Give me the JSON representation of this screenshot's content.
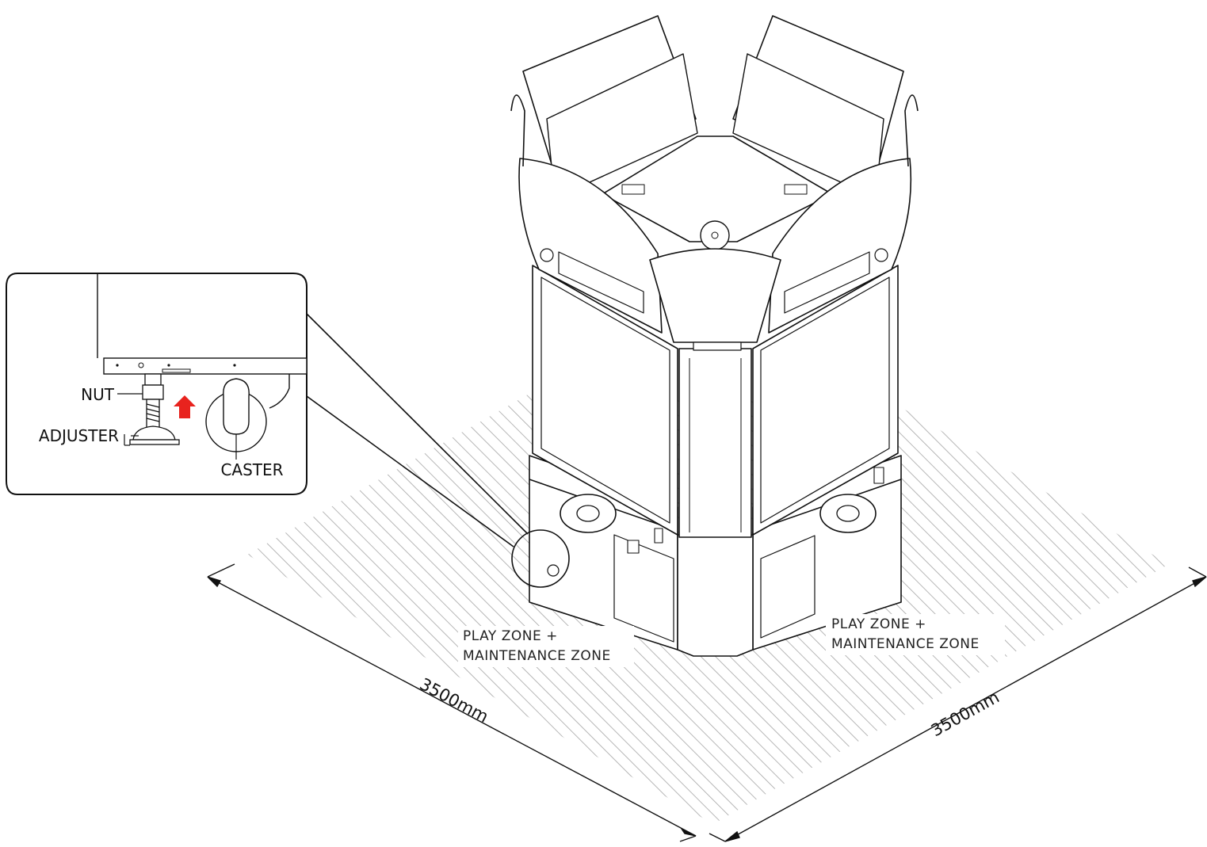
{
  "detail_callout": {
    "nut_label": "NUT",
    "adjuster_label": "ADJUSTER",
    "caster_label": "CASTER",
    "arrow_color": "#e8231e"
  },
  "zones": {
    "left_line1": "PLAY ZONE +",
    "left_line2": "MAINTENANCE ZONE",
    "right_line1": "PLAY ZONE +",
    "right_line2": "MAINTENANCE ZONE"
  },
  "dimensions": {
    "left": "3500mm",
    "right": "3500mm"
  },
  "colors": {
    "hatch": "#a0a0a0",
    "line": "#111111"
  }
}
